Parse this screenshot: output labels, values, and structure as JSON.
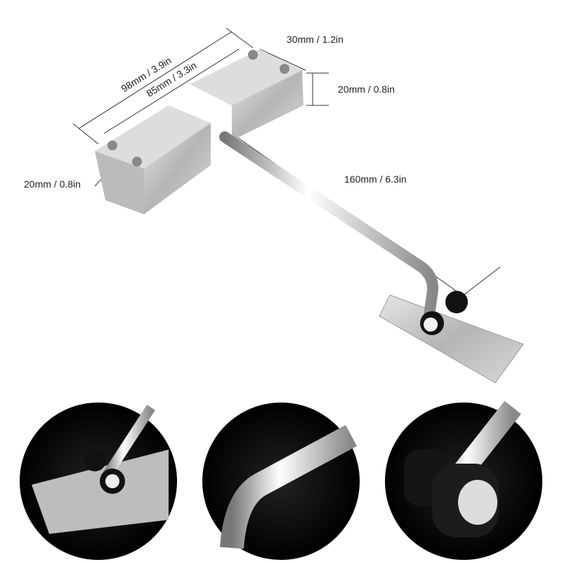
{
  "product": {
    "dimensions": {
      "overall_length": "98mm / 3.9in",
      "body_length": "85mm / 3.3in",
      "width": "30mm / 1.2in",
      "height": "20mm / 0.8in",
      "end_height": "20mm / 0.8in",
      "arm_length": "160mm / 6.3in"
    },
    "detail_views": [
      "roller-and-plate-detail",
      "bent-arm-detail",
      "roller-wheel-detail"
    ],
    "colors": {
      "steel": "#c8c8c8",
      "background": "#ffffff",
      "detail_background": "#0a0a0a",
      "roller": "#1a1a1a"
    }
  }
}
